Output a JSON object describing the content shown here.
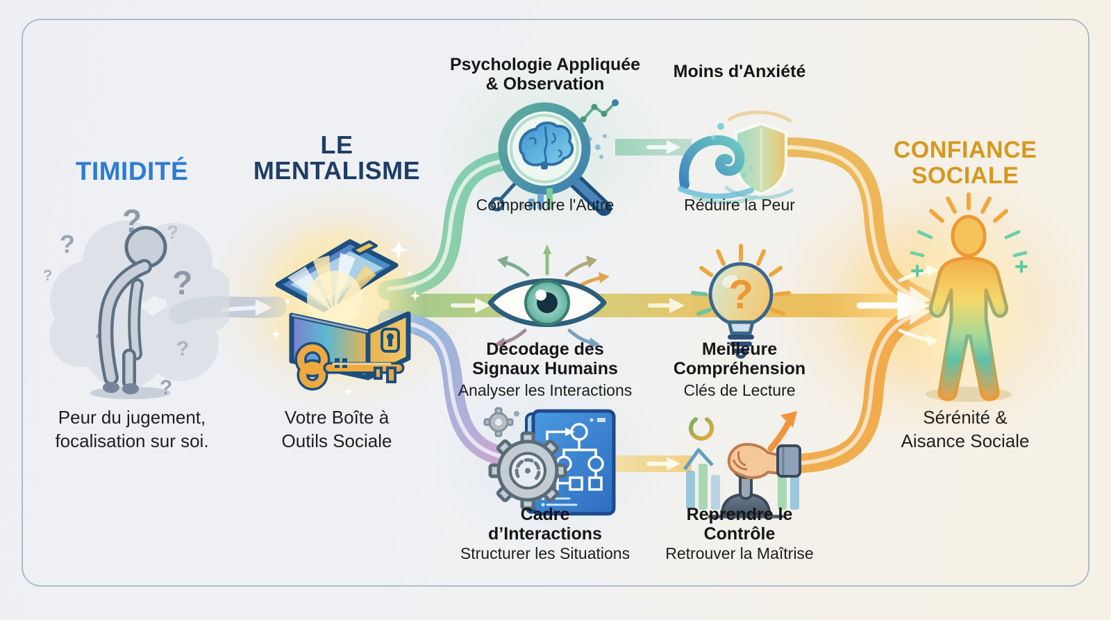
{
  "palette": {
    "timidite_blue": "#2B7CD3",
    "mentalisme_navy": "#1E3E66",
    "confiance_gold": "#D6981F",
    "text_dark": "#1c1c1c",
    "frame_border": "#aebbcb"
  },
  "icons_glyphs": {
    "question_mark": "?"
  },
  "timidite": {
    "title": "TIMIDITÉ",
    "caption_line1": "Peur du jugement,",
    "caption_line2": "focalisation sur soi.",
    "icon": "hunched-person-question-marks"
  },
  "mentalisme": {
    "title_line1": "LE",
    "title_line2": "MENTALISME",
    "caption_line1": "Votre Boîte à",
    "caption_line2": "Outils Sociale",
    "icon": "treasure-chest-key"
  },
  "steps": {
    "psychologie": {
      "title_line1": "Psychologie Appliquée",
      "title_line2": "& Observation",
      "caption": "Comprendre l'Autre",
      "icon": "magnifier-brain"
    },
    "anxiete": {
      "title": "Moins d'Anxiété",
      "caption": "Réduire la Peur",
      "icon": "wave-shield"
    },
    "decodage": {
      "title_line1": "Décodage des",
      "title_line2": "Signaux Humains",
      "caption": "Analyser les Interactions",
      "icon": "eye-radiating-arrows"
    },
    "comprehension": {
      "title_line1": "Meilleure",
      "title_line2": "Compréhension",
      "caption": "Clés de Lecture",
      "icon": "lightbulb-question"
    },
    "cadre": {
      "title_line1": "Cadre",
      "title_line2": "d’Interactions",
      "caption": "Structurer les Situations",
      "icon": "gear-blueprint-flowchart"
    },
    "controle": {
      "title_line1": "Reprendre le",
      "title_line2": "Contrôle",
      "caption": "Retrouver la Maîtrise",
      "icon": "hand-on-lever"
    }
  },
  "confiance": {
    "title_line1": "CONFIANCE",
    "title_line2": "SOCIALE",
    "caption_line1": "Sérénité &",
    "caption_line2": "Aisance Sociale",
    "icon": "confident-glowing-person"
  }
}
